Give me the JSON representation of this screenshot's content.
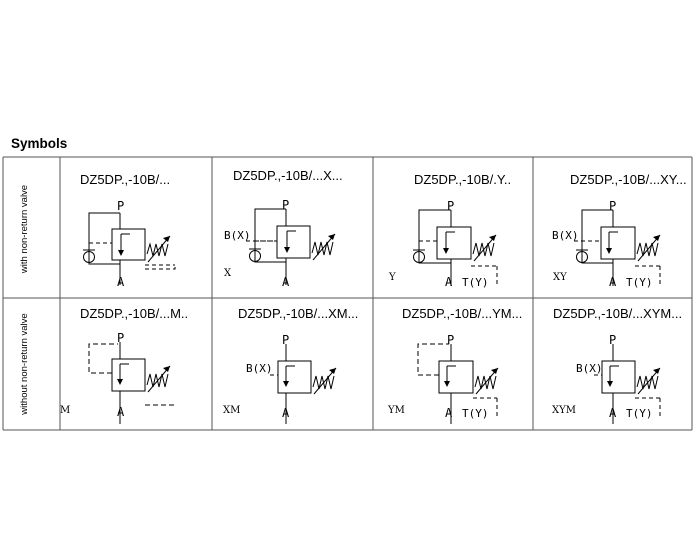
{
  "heading": "Symbols",
  "rows": [
    {
      "label": "with non-return valve",
      "cells": [
        {
          "title": "DZ5DP.,-10B/...",
          "suffix": "",
          "port_p": "P",
          "port_a": "A",
          "port_x": "",
          "port_t": ""
        },
        {
          "title": "DZ5DP.,-10B/...X...",
          "suffix": "X",
          "port_p": "P",
          "port_a": "A",
          "port_x": "B(X)",
          "port_t": ""
        },
        {
          "title": "DZ5DP.,-10B/.Y..",
          "suffix": "Y",
          "port_p": "P",
          "port_a": "A",
          "port_x": "",
          "port_t": "T(Y)"
        },
        {
          "title": "DZ5DP.,-10B/...XY...",
          "suffix": "XY",
          "port_p": "P",
          "port_a": "A",
          "port_x": "B(X)",
          "port_t": "T(Y)"
        }
      ]
    },
    {
      "label": "without non-return valve",
      "cells": [
        {
          "title": "DZ5DP.,-10B/...M..",
          "suffix": "M",
          "port_p": "P",
          "port_a": "A",
          "port_x": "",
          "port_t": ""
        },
        {
          "title": "DZ5DP.,-10B/...XM...",
          "suffix": "XM",
          "port_p": "P",
          "port_a": "A",
          "port_x": "B(X)",
          "port_t": ""
        },
        {
          "title": "DZ5DP.,-10B/...YM...",
          "suffix": "YM",
          "port_p": "P",
          "port_a": "A",
          "port_x": "",
          "port_t": "T(Y)"
        },
        {
          "title": "DZ5DP.,-10B/...XYM...",
          "suffix": "XYM",
          "port_p": "P",
          "port_a": "A",
          "port_x": "B(X)",
          "port_t": "T(Y)"
        }
      ]
    }
  ],
  "colors": {
    "line": "#000000",
    "grid": "#555555",
    "background": "#ffffff"
  }
}
